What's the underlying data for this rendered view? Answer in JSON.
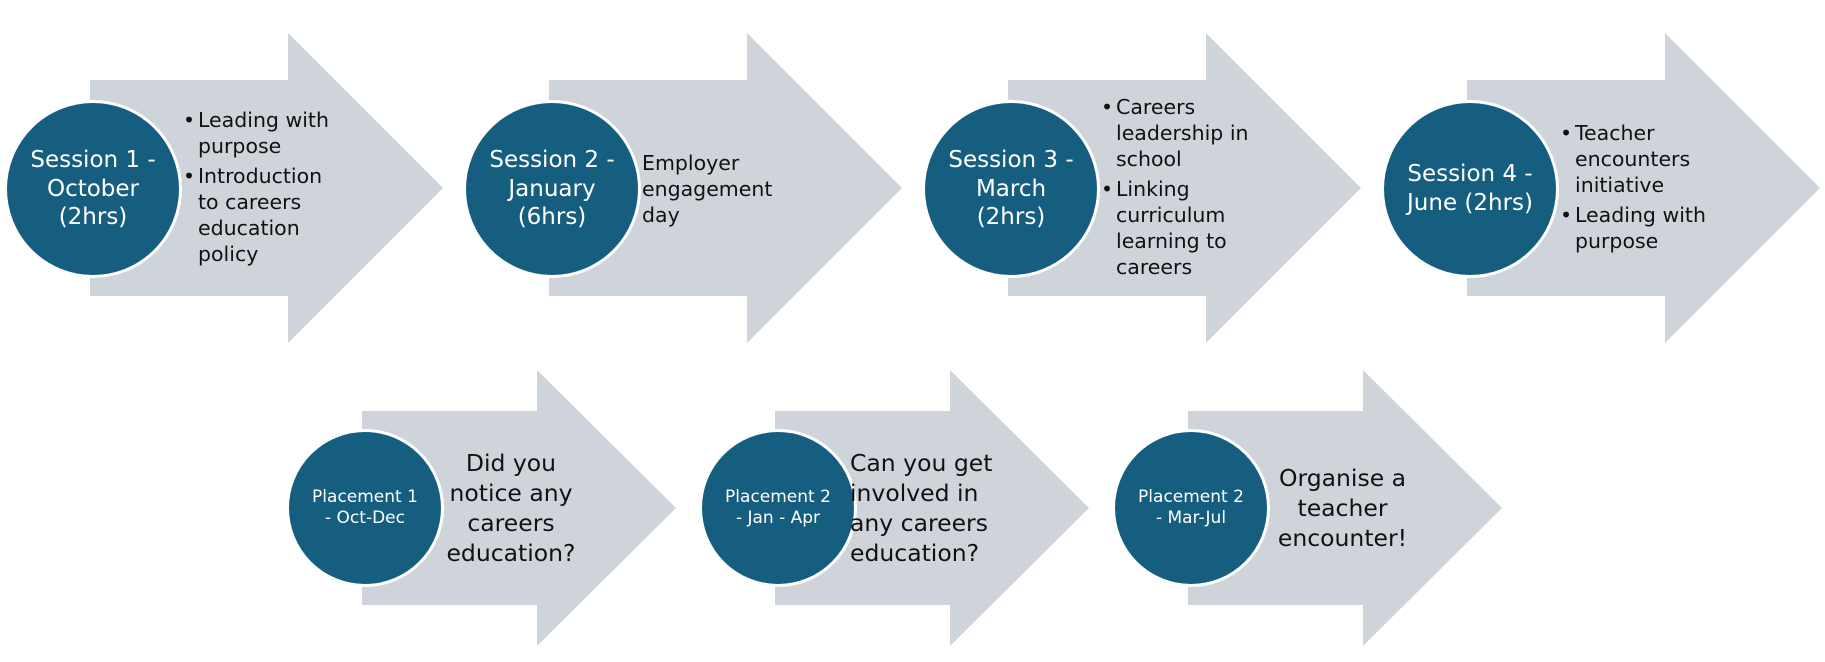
{
  "sessions": [
    {
      "title": "Session 1 - October (2hrs)",
      "items": [
        "Leading with purpose",
        "Introduction to careers education policy"
      ],
      "text": ""
    },
    {
      "title": "Session 2 - January (6hrs)",
      "items": [],
      "text": "Employer engagement day"
    },
    {
      "title": "Session 3 - March (2hrs)",
      "items": [
        "Careers leadership in school",
        "Linking curriculum learning to careers"
      ],
      "text": ""
    },
    {
      "title": "Session 4 - June (2hrs)",
      "items": [
        "Teacher encounters initiative",
        "Leading with purpose"
      ],
      "text": ""
    }
  ],
  "placements": [
    {
      "title": "Placement 1 - Oct-Dec",
      "text": "Did you notice any careers education?"
    },
    {
      "title": "Placement 2 - Jan - Apr",
      "text": "Can you get involved in any careers education?"
    },
    {
      "title": "Placement 2 - Mar-Jul",
      "text": "Organise a teacher encounter!"
    }
  ],
  "colors": {
    "arrow_fill": "#cfd4da",
    "circle_fill": "#165e7f",
    "circle_text": "#ffffff"
  }
}
